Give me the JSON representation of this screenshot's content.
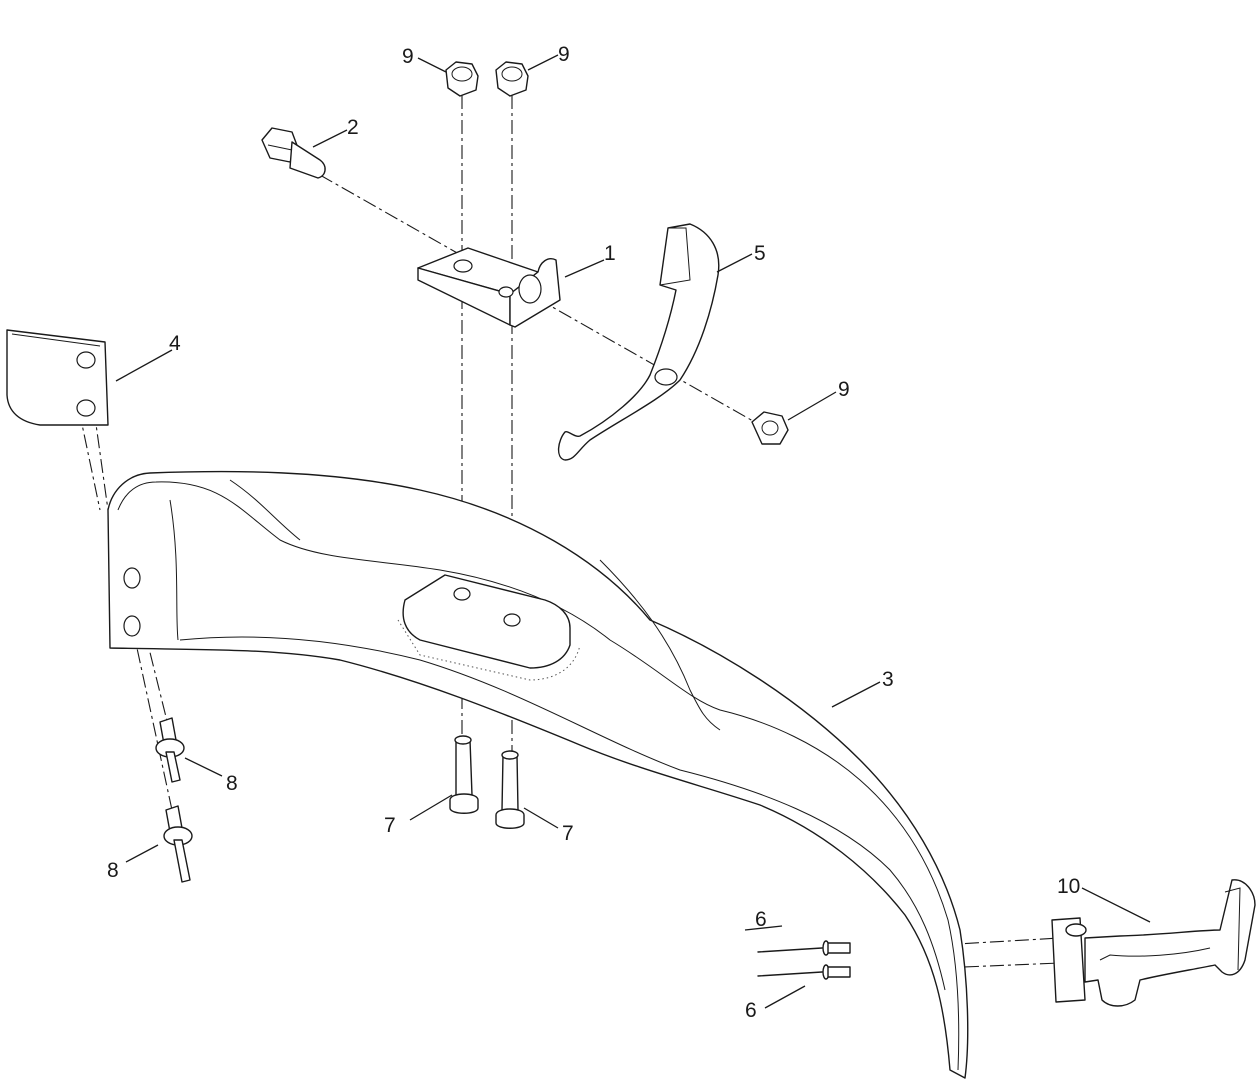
{
  "callouts": [
    {
      "id": "c1",
      "label": "1"
    },
    {
      "id": "c2",
      "label": "2"
    },
    {
      "id": "c3",
      "label": "3"
    },
    {
      "id": "c4",
      "label": "4"
    },
    {
      "id": "c5",
      "label": "5"
    },
    {
      "id": "c6a",
      "label": "6"
    },
    {
      "id": "c6b",
      "label": "6"
    },
    {
      "id": "c7a",
      "label": "7"
    },
    {
      "id": "c7b",
      "label": "7"
    },
    {
      "id": "c8a",
      "label": "8"
    },
    {
      "id": "c8b",
      "label": "8"
    },
    {
      "id": "c9a",
      "label": "9"
    },
    {
      "id": "c9b",
      "label": "9"
    },
    {
      "id": "c9c",
      "label": "9"
    },
    {
      "id": "c10",
      "label": "10"
    }
  ]
}
